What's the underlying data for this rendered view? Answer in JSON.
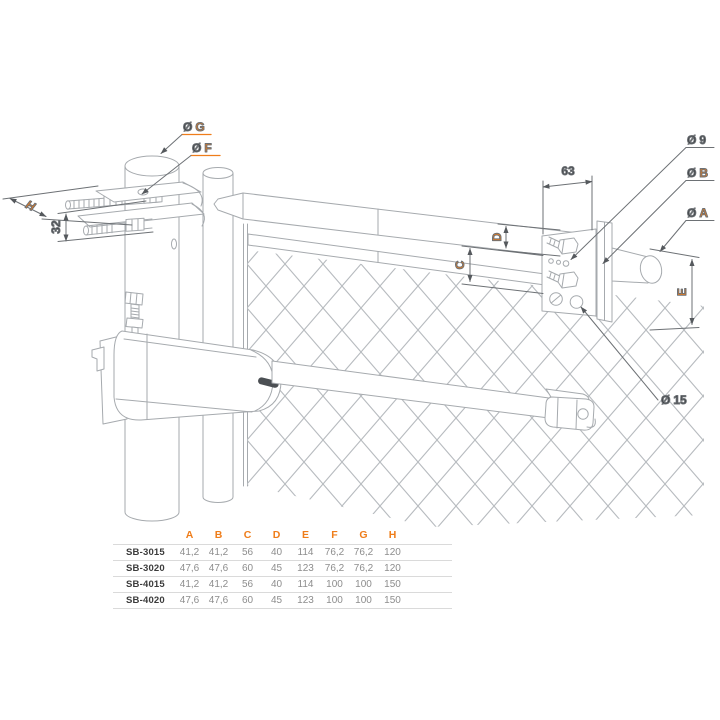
{
  "colors": {
    "accent_orange": "#ef7d1a",
    "drawing_line": "#a6aaae",
    "dimension_line": "#6d7175",
    "dimension_text": "#3a3e42",
    "table_value_text": "#8d8d8d",
    "table_model_text": "#3b3b3b",
    "table_rule": "#dadada"
  },
  "diagram": {
    "type": "technical-drawing",
    "description": "Isometric line drawing of an SB swing-gate actuator mounted between a round post (with clamp bracket) and a gate-frame mounting plate on a chain-link fence",
    "annotations": {
      "dia_g": {
        "sym": "Ø",
        "val": "G"
      },
      "dia_f": {
        "sym": "Ø",
        "val": "F"
      },
      "h": {
        "val": "H"
      },
      "d32": {
        "val": "32"
      },
      "d63": {
        "val": "63"
      },
      "dia_9": {
        "sym": "Ø",
        "val": "9"
      },
      "dia_b": {
        "sym": "Ø",
        "val": "B"
      },
      "dia_a": {
        "sym": "Ø",
        "val": "A"
      },
      "d": {
        "val": "D"
      },
      "c": {
        "val": "C"
      },
      "e": {
        "val": "E"
      },
      "dia_15": {
        "sym": "Ø",
        "val": "15"
      }
    }
  },
  "table": {
    "headers": [
      "A",
      "B",
      "C",
      "D",
      "E",
      "F",
      "G",
      "H"
    ],
    "rows": [
      {
        "model": "SB-3015",
        "values": [
          "41,2",
          "41,2",
          "56",
          "40",
          "114",
          "76,2",
          "76,2",
          "120"
        ]
      },
      {
        "model": "SB-3020",
        "values": [
          "47,6",
          "47,6",
          "60",
          "45",
          "123",
          "76,2",
          "76,2",
          "120"
        ]
      },
      {
        "model": "SB-4015",
        "values": [
          "41,2",
          "41,2",
          "56",
          "40",
          "114",
          "100",
          "100",
          "150"
        ]
      },
      {
        "model": "SB-4020",
        "values": [
          "47,6",
          "47,6",
          "60",
          "45",
          "123",
          "100",
          "100",
          "150"
        ]
      }
    ]
  }
}
